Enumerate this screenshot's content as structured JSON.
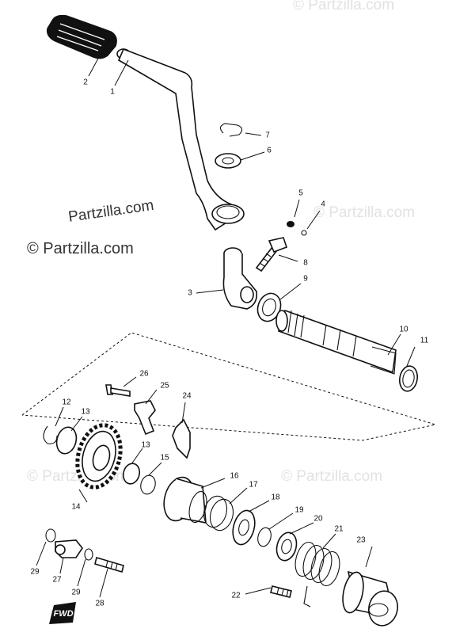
{
  "watermarks": {
    "top_right": "© Partzilla.com",
    "upper_center": "Partzilla.com",
    "left_mid": "© Partzilla.com",
    "right_mid": "© Partzilla.com",
    "lower_left": "© Partzilla.com",
    "lower_right": "© Partzilla.com"
  },
  "callouts": [
    "1",
    "2",
    "3",
    "4",
    "5",
    "6",
    "7",
    "8",
    "9",
    "10",
    "11",
    "12",
    "13",
    "13",
    "14",
    "15",
    "16",
    "17",
    "18",
    "19",
    "20",
    "21",
    "22",
    "23",
    "24",
    "25",
    "26",
    "27",
    "28",
    "29",
    "29"
  ],
  "badge_text": "FWD",
  "colors": {
    "ink": "#111111",
    "paper": "#ffffff",
    "watermark_faint": "#e2e2e2",
    "watermark_dark": "#333333"
  }
}
